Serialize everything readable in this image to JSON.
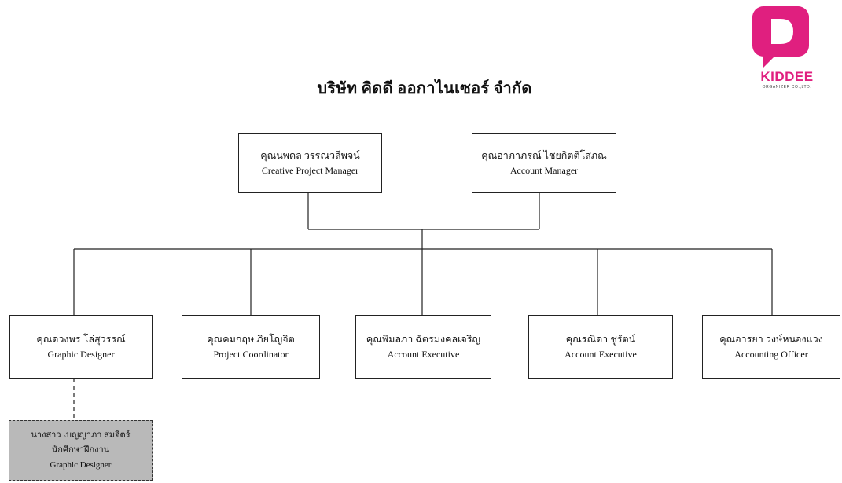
{
  "page": {
    "title": "บริษัท คิดดี ออกาไนเซอร์ จำกัด"
  },
  "logo": {
    "brand": "KIDDEE",
    "sub": "ORGANIZER CO.,LTD.",
    "color": "#e01f7f"
  },
  "managers": [
    {
      "name": "คุณนพดล  วรรณวลีพจน์",
      "role": "Creative Project Manager"
    },
    {
      "name": "คุณอาภาภรณ์  ไชยกิตติโสภณ",
      "role": "Account  Manager"
    }
  ],
  "staff": [
    {
      "name": "คุณดวงพร  โล่สุวรรณ์",
      "role": "Graphic Designer"
    },
    {
      "name": "คุณคมกฤษ ภิยโญจิต",
      "role": "Project Coordinator"
    },
    {
      "name": "คุณพิมลภา ฉัตรมงคลเจริญ",
      "role": "Account Executive"
    },
    {
      "name": "คุณรณิดา ชูรัตน์",
      "role": "Account Executive"
    },
    {
      "name": "คุณอารยา วงษ์หนองแวง",
      "role": "Accounting Officer"
    }
  ],
  "intern": {
    "name": "นางสาว เบญญาภา สมจิตร์",
    "position": "นักศึกษาฝึกงาน",
    "role": "Graphic Designer"
  }
}
